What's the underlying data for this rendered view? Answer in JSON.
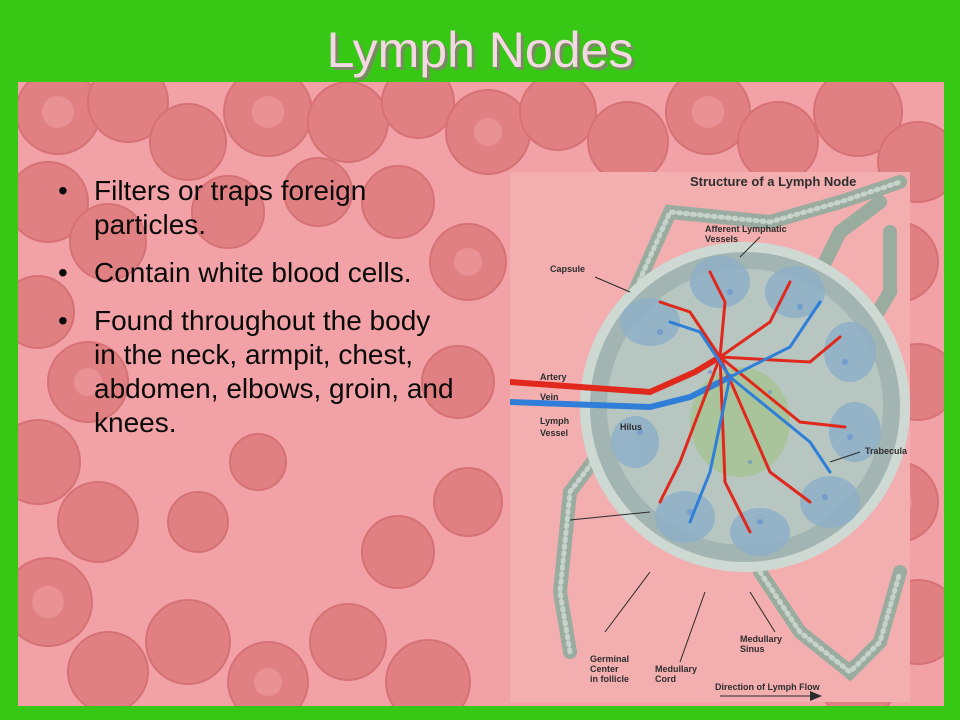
{
  "slide": {
    "title": "Lymph Nodes",
    "bullets": [
      "Filters or traps foreign particles.",
      "Contain white blood cells.",
      "Found throughout the body in the neck, armpit, chest, abdomen, elbows, groin, and knees."
    ],
    "bullet_glyph": "•"
  },
  "diagram": {
    "title": "Structure of a Lymph Node",
    "labels": {
      "afferent_line1": "Afferent Lymphatic",
      "afferent_line2": "Vessels",
      "capsule": "Capsule",
      "trabecula": "Trabecula",
      "artery": "Artery",
      "vein": "Vein",
      "lymph_line1": "Lymph",
      "lymph_line2": "Vessel",
      "hilus": "Hilus",
      "germinal_line1": "Germinal",
      "germinal_line2": "Center",
      "germinal_line3": "in follicle",
      "medullary_cord_line1": "Medullary",
      "medullary_cord_line2": "Cord",
      "medullary_sinus_line1": "Medullary",
      "medullary_sinus_line2": "Sinus",
      "flow": "Direction of Lymph Flow"
    }
  },
  "colors": {
    "frame": "#36c815",
    "panel": "#f2a2a6",
    "cells": "#e27f82",
    "title": "#f4d8e4",
    "artery": "#e0281c",
    "vein": "#2f7fd8",
    "node": "#a8b8b4"
  }
}
